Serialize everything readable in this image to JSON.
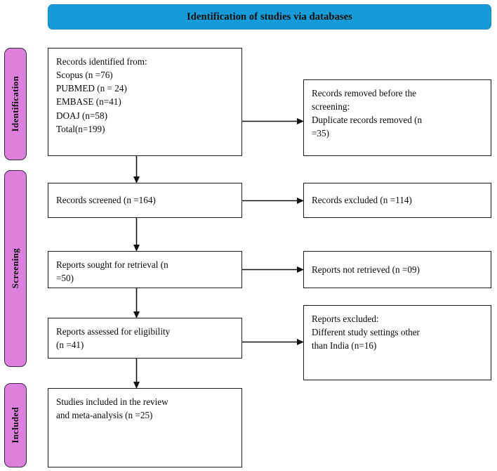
{
  "header": {
    "title": "Identification of studies via databases"
  },
  "colors": {
    "banner_blue": "#159BD7",
    "stage_pink": "#DD80DD",
    "box_border": "#1A1A1A",
    "text": "#0A0A0A"
  },
  "stages": [
    {
      "label": "Identification"
    },
    {
      "label": "Screening"
    },
    {
      "label": "Included"
    }
  ],
  "flow": {
    "identified": "Records identified from:\nScopus (n =76)\nPUBMED (n = 24)\nEMBASE (n=41)\nDOAJ (n=58)\nTotal(n=199)",
    "removed": "Records removed before the\nscreening:\nDuplicate records removed (n\n=35)",
    "screened": "Records screened (n =164)",
    "excluded_screening": "Records excluded (n =114)",
    "sought": "Reports sought for retrieval (n\n=50)",
    "not_retrieved": "Reports not retrieved (n =09)",
    "assessed": "Reports assessed for eligibility\n(n =41)",
    "excluded_eligibility": "Reports excluded:\nDifferent study settings other\nthan India (n=16)",
    "included": "Studies included in the review\nand meta-analysis (n =25)"
  },
  "counts": {
    "scopus": 76,
    "pubmed": 24,
    "embase": 41,
    "doaj": 58,
    "total_identified": 199,
    "duplicates_removed": 35,
    "screened": 164,
    "excluded_screening": 114,
    "sought_for_retrieval": 50,
    "not_retrieved": 9,
    "assessed_for_eligibility": 41,
    "excluded_eligibility": 16,
    "included_studies": 25
  }
}
